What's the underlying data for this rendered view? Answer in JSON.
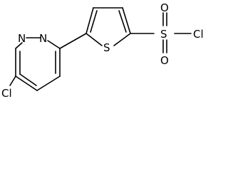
{
  "structure": {
    "ring_labels": {
      "n1": "N",
      "n2": "N",
      "s_thiophene": "S"
    },
    "substituent_labels": {
      "cl_ring": "Cl",
      "s_sulfonyl": "S",
      "o_top": "O",
      "o_bottom": "O",
      "cl_sulfonyl": "Cl"
    }
  }
}
